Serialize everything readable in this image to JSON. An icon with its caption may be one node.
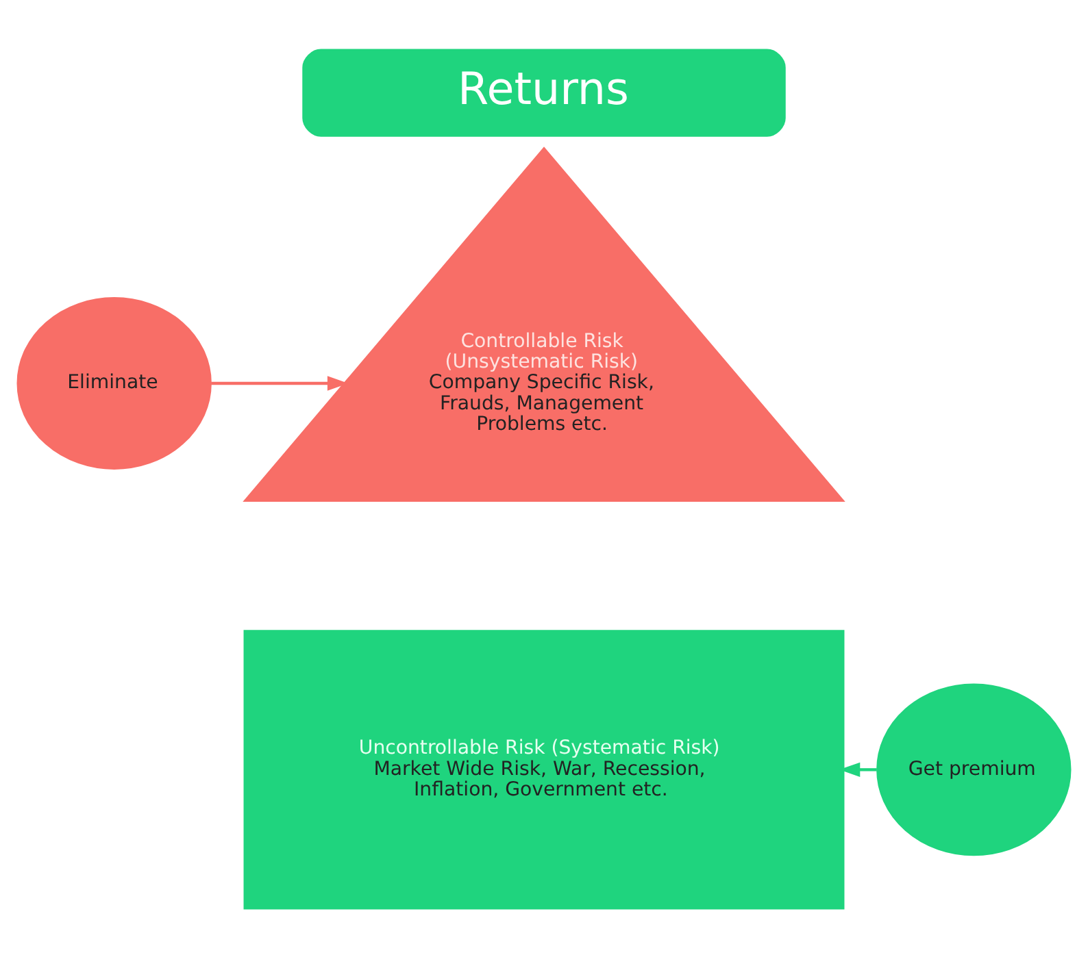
{
  "diagram": {
    "nodes": [
      {
        "text": [
          "Returns"
        ]
      },
      {
        "text": [
          "Controllable Risk (Unsystematic Risk)",
          "Company Specific Risk, Frauds, Management Problems etc."
        ]
      },
      {
        "text": [
          "Eliminate"
        ]
      },
      {
        "text": [
          "Uncontrollable Risk (Systematic Risk)",
          "Market Wide Risk, War, Recession, Inflation, Government etc."
        ]
      },
      {
        "text": [
          "Get premium"
        ]
      }
    ],
    "edges": [
      {
        "from": 2,
        "to": 1,
        "arrow": "to",
        "color": "#f86e67"
      },
      {
        "from": 4,
        "to": 3,
        "arrow": "to",
        "color": "#1fd47e"
      }
    ]
  }
}
